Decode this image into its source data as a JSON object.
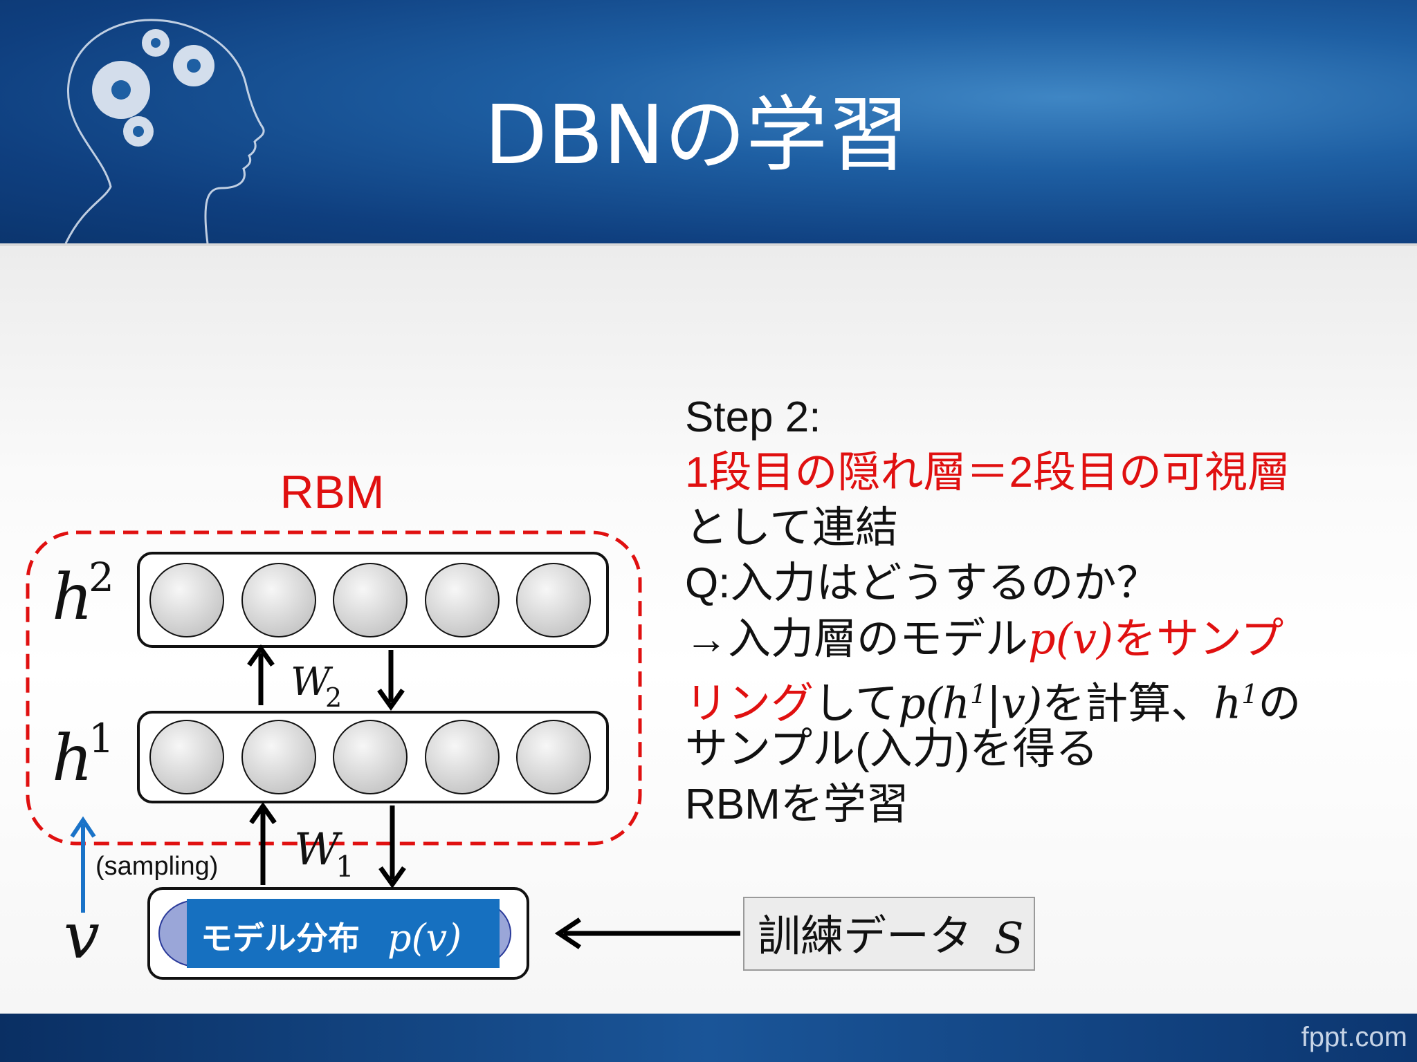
{
  "slide": {
    "title": "DBNの学習",
    "footer_brand": "fppt.com"
  },
  "diagram": {
    "rbm_label": "RBM",
    "layer_h2": "h",
    "layer_h2_sup": "2",
    "layer_h1": "h",
    "layer_h1_sup": "1",
    "layer_v": "v",
    "weight_w2": "W",
    "weight_w2_sub": "2",
    "weight_w1": "W",
    "weight_w1_sub": "1",
    "sampling_label": "(sampling)",
    "model_dist_label": "モデル分布",
    "model_dist_math": "p(v)",
    "training_data_label": "訓練データ",
    "training_data_math": "S",
    "units_per_layer": 5
  },
  "text": {
    "line1": "Step 2:",
    "line2": "1段目の隠れ層＝2段目の可視層",
    "line3": "として連結",
    "line4": "Q:入力はどうするのか？",
    "line5_a": "→入力層のモデル",
    "line5_math": "p(v)",
    "line5_b": "をサンプ",
    "line6_a": "リング",
    "line6_b": "して",
    "line6_math1": "p(h",
    "line6_math1_sup": "1",
    "line6_math1_end": "|v)",
    "line6_c": "を計算、",
    "line6_math2": "h",
    "line6_math2_sup": "1",
    "line6_d": "の",
    "line7": "サンプル(入力)を得る",
    "line8": "RBMを学習"
  },
  "colors": {
    "accent_red": "#e01010",
    "header_blue": "#1e5fa3",
    "sampling_arrow": "#1a73c8",
    "model_box": "#1670c0"
  }
}
